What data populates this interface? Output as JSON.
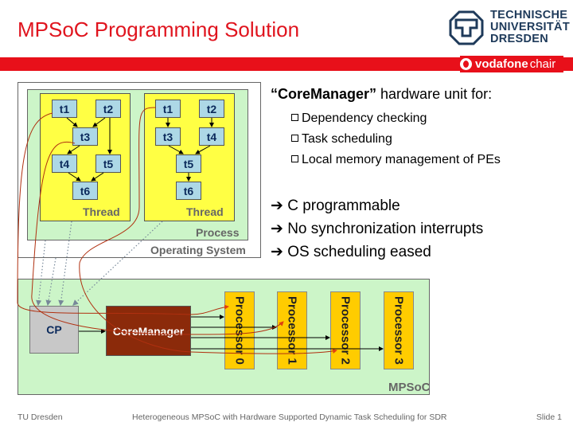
{
  "title": "MPSoC Programming Solution",
  "logo": {
    "university": [
      "TECHNISCHE",
      "UNIVERSITÄT",
      "DRESDEN"
    ],
    "sponsor": "vodafone",
    "sponsor_suffix": "chair"
  },
  "diagram": {
    "os_label": "Operating System",
    "process_label": "Process",
    "thread_label": "Thread",
    "thread1_tasks": [
      "t1",
      "t2",
      "t3",
      "t4",
      "t5",
      "t6"
    ],
    "thread2_tasks": [
      "t1",
      "t2",
      "t3",
      "t4",
      "t5",
      "t6"
    ],
    "mpsoc_label": "MPSoC",
    "cp_label": "CP",
    "coremanager_label": "CoreManager",
    "processors": [
      "Processor 0",
      "Processor 1",
      "Processor 2",
      "Processor 3"
    ]
  },
  "content": {
    "heading_bold": "“CoreManager”",
    "heading_rest": " hardware unit for:",
    "bullets": [
      "Dependency checking",
      "Task scheduling",
      "Local memory management of PEs"
    ],
    "points": [
      "C programmable",
      "No synchronization interrupts",
      "OS scheduling eased"
    ]
  },
  "footer": {
    "left": "TU Dresden",
    "center": "Heterogeneous MPSoC with Hardware Supported Dynamic Task Scheduling for SDR",
    "right": "Slide 1"
  },
  "colors": {
    "title": "#e0141e",
    "brand_bar": "#e8101a",
    "coremanager": "#8b2a0a",
    "processor": "#ffcc00",
    "green": "#ccf5c8",
    "thread": "#ffff44",
    "task": "#add8e6"
  }
}
